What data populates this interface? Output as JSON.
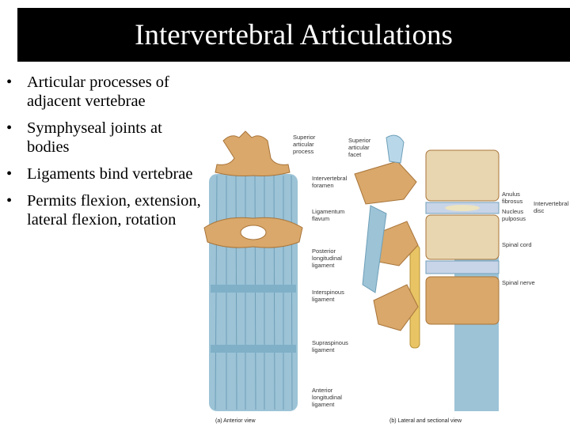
{
  "slide": {
    "title": "Intervertebral Articulations",
    "bullet_symbol": "•",
    "bullets": [
      "Articular processes of adjacent vertebrae",
      "Symphyseal joints at bodies",
      "Ligaments bind vertebrae",
      "Permits flexion, extension, lateral flexion, rotation"
    ]
  },
  "figure": {
    "labels": {
      "superior_articular_process": [
        "Superior",
        "articular",
        "process"
      ],
      "superior_articular_facet": [
        "Superior",
        "articular",
        "facet"
      ],
      "intervertebral_foramen": [
        "Intervertebral",
        "foramen"
      ],
      "ligamentum_flavum": [
        "Ligamentum",
        "flavum"
      ],
      "posterior_longitudinal_ligament": [
        "Posterior",
        "longitudinal",
        "ligament"
      ],
      "interspinous_ligament": [
        "Interspinous",
        "ligament"
      ],
      "supraspinous_ligament": [
        "Supraspinous",
        "ligament"
      ],
      "anterior_longitudinal_ligament": [
        "Anterior",
        "longitudinal",
        "ligament"
      ],
      "anulus_fibrosus": [
        "Anulus",
        "fibrosus"
      ],
      "nucleus_pulposus": [
        "Nucleus",
        "pulposus"
      ],
      "intervertebral_disc": [
        "Intervertebral",
        "disc"
      ],
      "spinal_cord": [
        "Spinal cord"
      ],
      "spinal_nerve": [
        "Spinal nerve"
      ]
    },
    "captions": {
      "anterior": "(a) Anterior view",
      "lateral": "(b) Lateral and sectional view"
    },
    "colors": {
      "bone": "#d9a86a",
      "bone_dark": "#a8743a",
      "ligament": "#9cc3d6",
      "ligament_dark": "#6f9fb8",
      "disc": "#c8d4e8",
      "nucleus": "#ece3c0",
      "nerve": "#e8c464"
    }
  }
}
